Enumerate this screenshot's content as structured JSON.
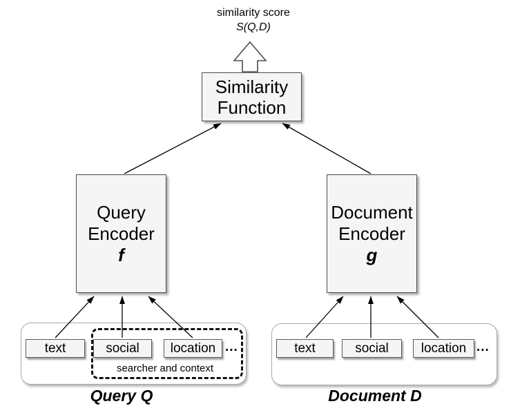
{
  "output": {
    "caption": "similarity score",
    "formula": "S(Q,D)"
  },
  "similarity_function": {
    "line1": "Similarity",
    "line2": "Function"
  },
  "query_encoder": {
    "line1": "Query",
    "line2": "Encoder",
    "symbol": "f"
  },
  "document_encoder": {
    "line1": "Document",
    "line2": "Encoder",
    "symbol": "g"
  },
  "query_side": {
    "inputs": [
      "text",
      "social",
      "location"
    ],
    "ellipsis": "...",
    "context_label": "searcher and context",
    "group_label": "Query Q"
  },
  "document_side": {
    "inputs": [
      "text",
      "social",
      "location"
    ],
    "ellipsis": "...",
    "group_label": "Document D"
  },
  "colors": {
    "box_fill": "#f5f5f5",
    "box_border": "#4a4a4a",
    "dashed_border": "#111111",
    "arrow": "#000000",
    "background": "#ffffff"
  }
}
